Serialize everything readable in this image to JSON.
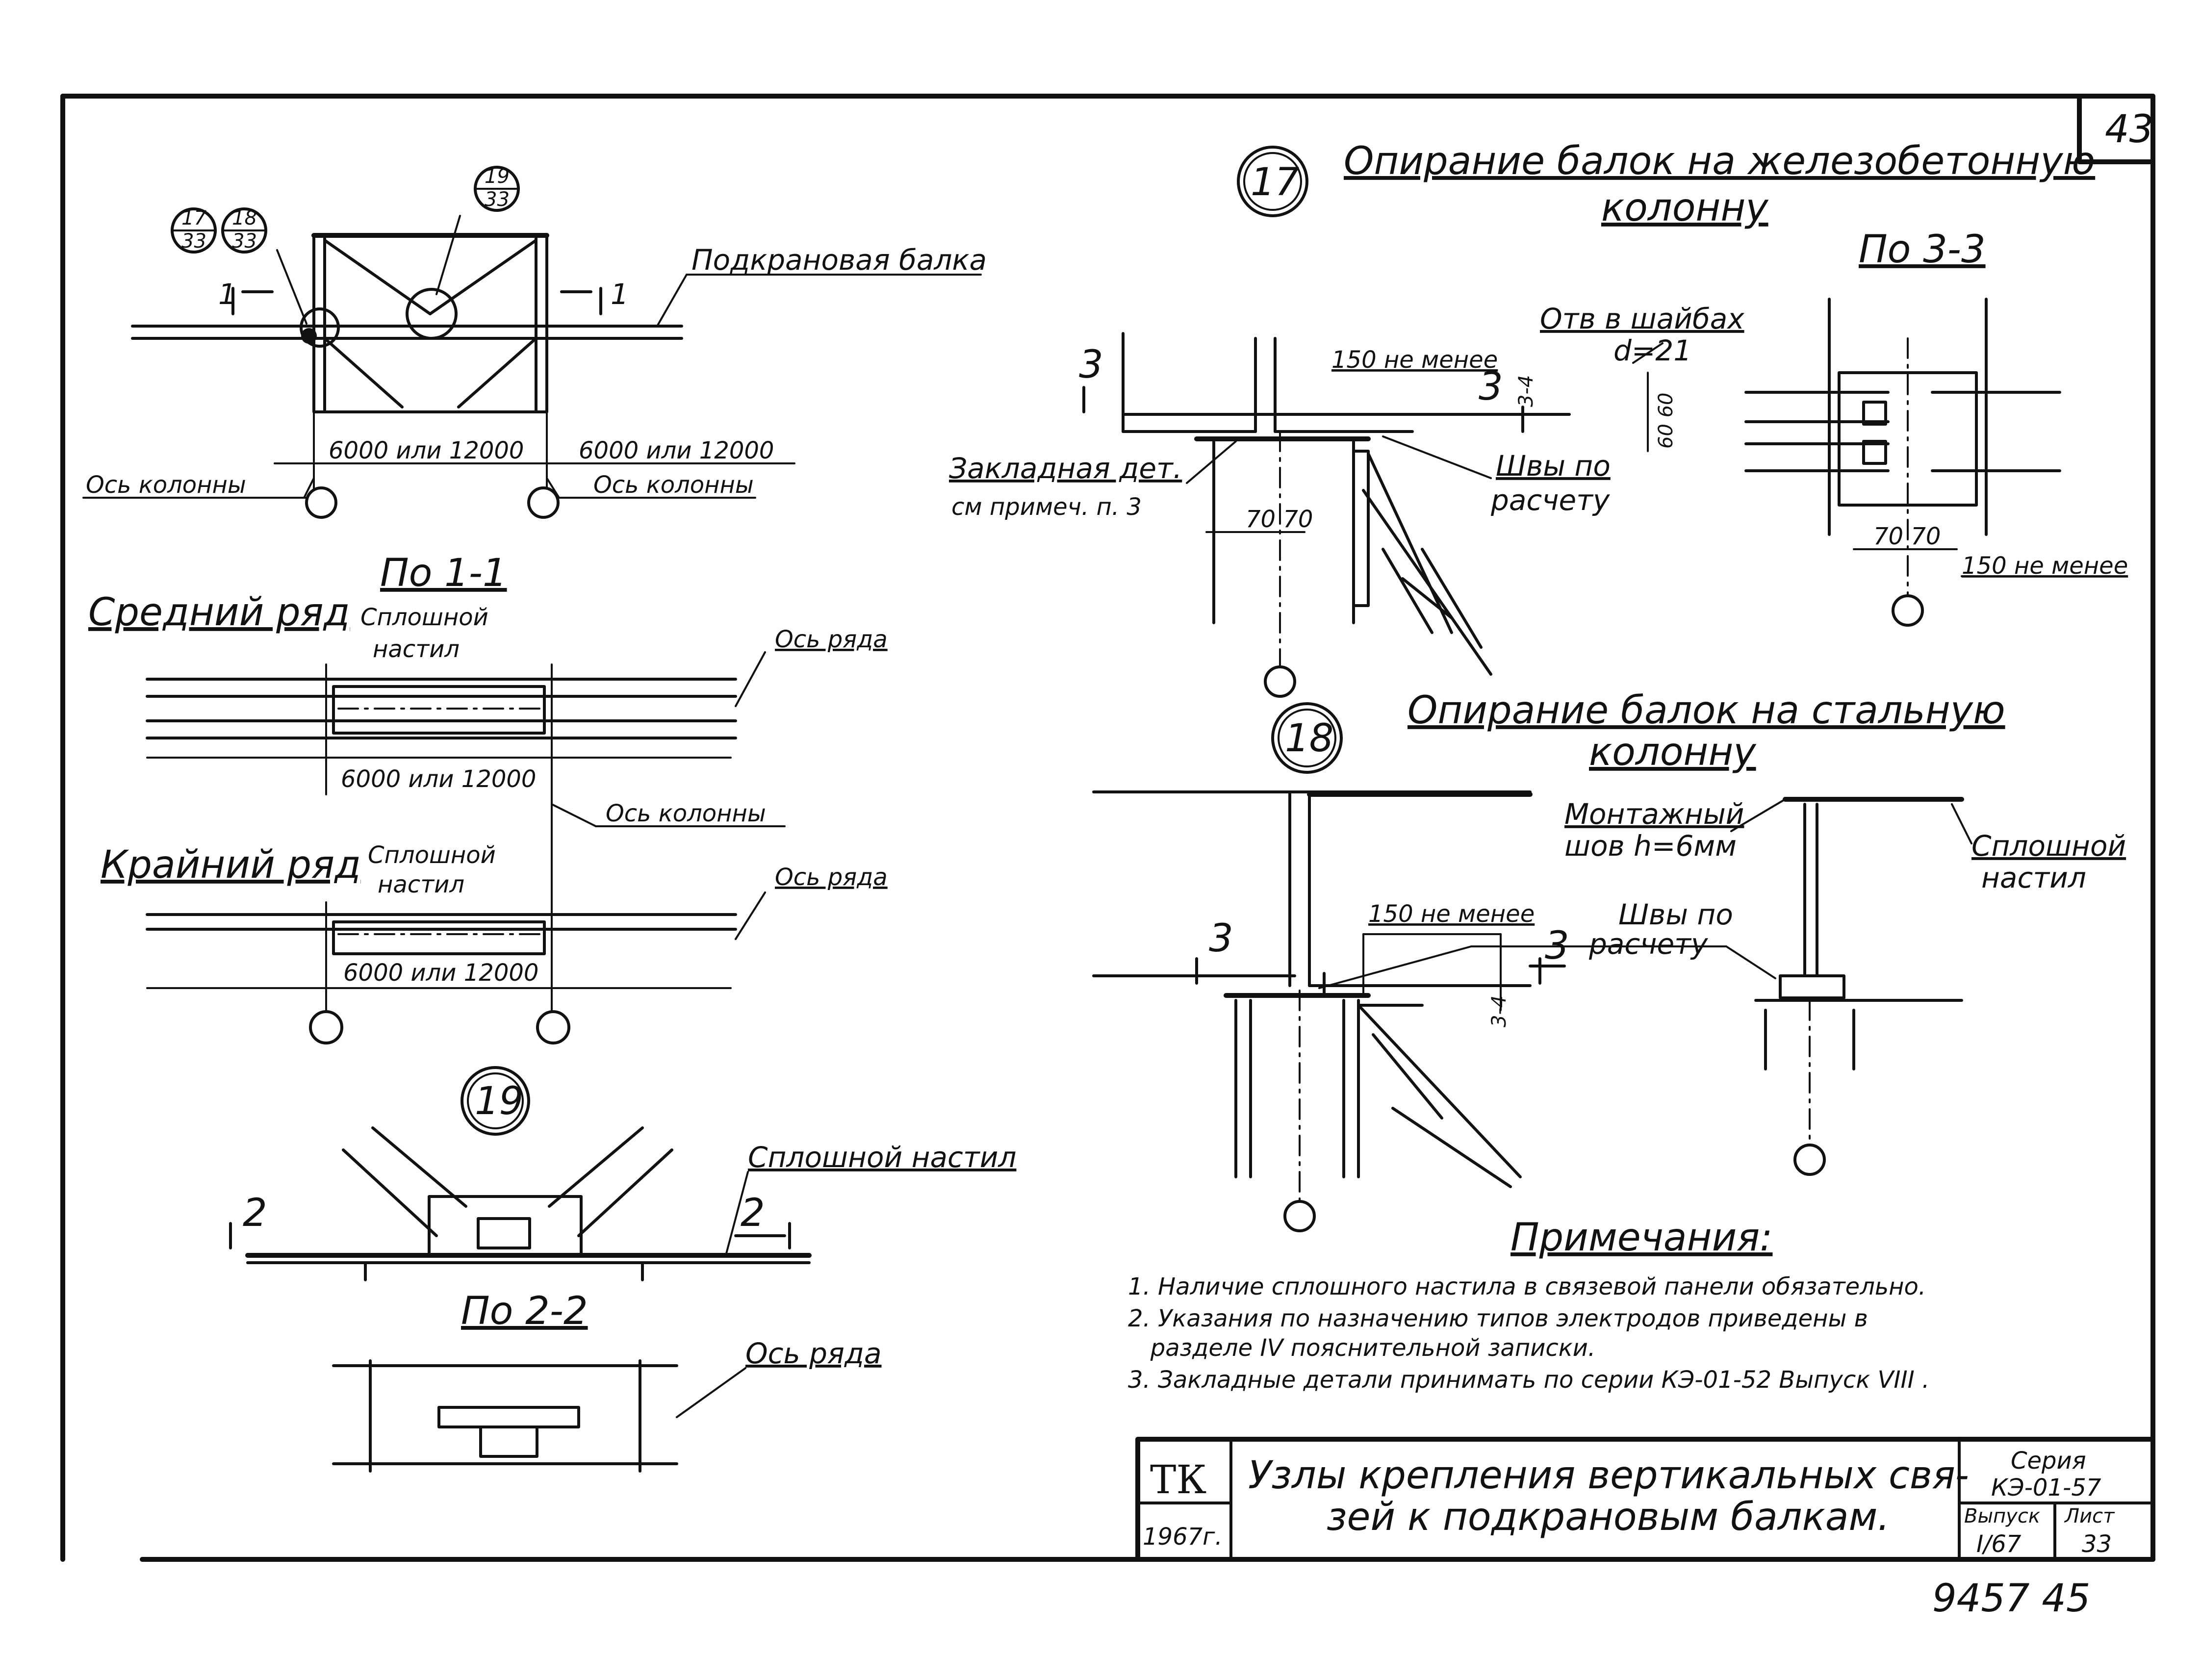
{
  "sheet": {
    "page_number": "43",
    "handwritten_footer": "9457  45"
  },
  "general_view": {
    "callout_a_top": "17",
    "callout_a_bottom": "33",
    "callout_b_top": "18",
    "callout_b_bottom": "33",
    "callout_c_top": "19",
    "callout_c_bottom": "33",
    "beam_label": "Подкрановая балка",
    "section_left": "1",
    "section_right": "1",
    "span_left": "6000 или 12000",
    "span_right": "6000 или 12000",
    "axis_left": "Ось колонны",
    "axis_right": "Ось колонны"
  },
  "section_1_1": {
    "title": "По 1-1",
    "middle_row": "Средний ряд",
    "deck_a": "Сплошной настил",
    "row_axis_a": "Ось ряда",
    "span_a": "6000 или 12000",
    "column_axis": "Ось колонны",
    "edge_row": "Крайний ряд",
    "deck_b": "Сплошной настил",
    "row_axis_b": "Ось ряда",
    "span_b": "6000 или 12000"
  },
  "detail_19": {
    "number": "19",
    "deck": "Сплошной настил",
    "section_left": "2",
    "section_right": "2",
    "section_title": "По 2-2",
    "row_axis": "Ось ряда"
  },
  "detail_17": {
    "number": "17",
    "title_line1": "Опирание балок на железобетонную",
    "title_line2": "колонну",
    "section_title": "По 3-3",
    "holes_line1": "Отв в шайбах",
    "holes_line2": "d=21",
    "min_150": "150 не менее",
    "section_left": "3",
    "section_right": "3",
    "weld_size": "3-4",
    "embedded_line1": "Закладная дет.",
    "embedded_line2": "см примеч. п. 3",
    "welds_line1": "Швы по",
    "welds_line2": "расчету",
    "dim_70_70": "70 70",
    "dim_60_60": "60 60",
    "dim_70_70_b": "70 70",
    "min_150_b": "150 не менее"
  },
  "detail_18": {
    "number": "18",
    "title_line1": "Опирание балок на стальную",
    "title_line2": "колонну",
    "field_weld_line1": "Монтажный",
    "field_weld_line2": "шов  h=6мм",
    "deck_line1": "Сплошной",
    "deck_line2": "настил",
    "min_150": "150 не менее",
    "welds_line1": "Швы по",
    "welds_line2": "расчету",
    "section_left": "3",
    "section_right": "3",
    "weld_size": "3-4"
  },
  "notes": {
    "heading": "Примечания:",
    "items": [
      "1. Наличие сплошного настила в связевой панели обязательно.",
      "2. Указания по назначению типов электродов приведены в",
      "   разделе IV пояснительной записки.",
      "3. Закладные детали принимать по серии КЭ-01-52 Выпуск VIII ."
    ]
  },
  "title_block": {
    "org": "ТК",
    "year": "1967г.",
    "title_line1": "Узлы крепления вертикальных свя-",
    "title_line2": "зей к подкрановым балкам.",
    "series_label": "Серия",
    "series_value": "КЭ-01-57",
    "issue_label": "Выпуск",
    "issue_value": "I/67",
    "sheet_label": "Лист",
    "sheet_value": "33"
  }
}
